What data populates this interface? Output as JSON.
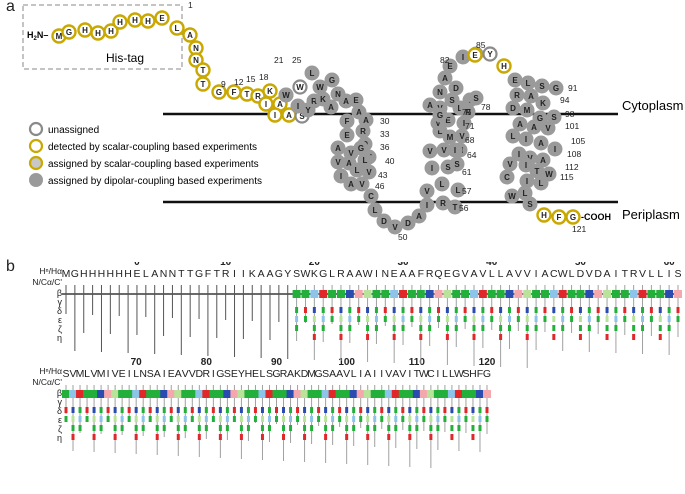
{
  "panel_a": {
    "label": "a",
    "n_terminus": "H2N-",
    "c_terminus": "-COOH",
    "his_tag_label": "His-tag",
    "regions": {
      "cytoplasm": "Cytoplasm",
      "periplasm": "Periplasm"
    },
    "colors": {
      "yellow": "#c9a800",
      "grey": "#9a9a9a",
      "light_grey": "#c8c8c8",
      "outline_grey": "#8a8a8a"
    },
    "legend": [
      {
        "label": "unassigned",
        "style": "open-grey"
      },
      {
        "label": "detected by scalar-coupling based experiments",
        "style": "open-yellow"
      },
      {
        "label": "assigned by scalar-coupling based experiments",
        "style": "filled-light-yellow"
      },
      {
        "label": "assigned by dipolar-coupling based experiments",
        "style": "filled-grey"
      }
    ],
    "residue_numbers": [
      "1",
      "9",
      "12",
      "15",
      "18",
      "21",
      "25",
      "30",
      "33",
      "36",
      "40",
      "43",
      "46",
      "50",
      "56",
      "57",
      "61",
      "64",
      "68",
      "71",
      "75",
      "78",
      "82",
      "85",
      "91",
      "94",
      "98",
      "101",
      "105",
      "108",
      "112",
      "115",
      "121"
    ],
    "his_tag_residues": [
      "M",
      "G",
      "H",
      "H",
      "H",
      "H",
      "H",
      "H",
      "E",
      "L"
    ],
    "n_term_residues": [
      "A",
      "N",
      "N",
      "T",
      "T",
      "G",
      "F",
      "T",
      "R",
      "K",
      "I",
      "A",
      "I",
      "A",
      "S"
    ],
    "tm1_residues": [
      "G",
      "W",
      "L",
      "W",
      "R",
      "I",
      "Y",
      "K",
      "A",
      "N",
      "G",
      "A",
      "E",
      "A",
      "F",
      "A",
      "R",
      "E",
      "Q",
      "G",
      "A",
      "V",
      "V",
      "L",
      "A",
      "V",
      "L",
      "V",
      "I",
      "A",
      "V",
      "C",
      "W"
    ],
    "loop_residues": [
      "L",
      "D",
      "V",
      "D",
      "A",
      "I"
    ],
    "tm2_residues": [
      "V",
      "R",
      "T",
      "L",
      "L",
      "I",
      "S",
      "S",
      "M",
      "V",
      "V",
      "L",
      "M",
      "V",
      "I",
      "E",
      "V",
      "L",
      "I",
      "S",
      "N",
      "A",
      "E",
      "I",
      "V",
      "A",
      "V",
      "D",
      "R",
      "I",
      "G",
      "S"
    ],
    "top_loop": [
      "E",
      "Y",
      "H"
    ],
    "tm3_residues": [
      "E",
      "L",
      "S",
      "G",
      "R",
      "A",
      "K",
      "D",
      "M",
      "G",
      "S",
      "A",
      "A",
      "V",
      "L",
      "I",
      "A",
      "I",
      "I",
      "V",
      "A",
      "V",
      "I",
      "T",
      "W",
      "C",
      "I",
      "L",
      "L",
      "W",
      "S"
    ],
    "c_term_residues": [
      "H",
      "F",
      "G"
    ]
  },
  "panel_b": {
    "label": "b",
    "row_labels": [
      "Hⁿ/Hα",
      "N/Cα/C'",
      "β",
      "γ",
      "δ",
      "ε",
      "ζ",
      "η"
    ],
    "row1": {
      "sequence": "MGHHHHHHELANNTTGFTRIIKAAGYSWKGLRAAWINEAAFRQEGVAVLLAVVIACWLDVDAITRVLLIS",
      "tick_numbers": [
        "0",
        "10",
        "20",
        "30",
        "40",
        "50",
        "60"
      ]
    },
    "row2": {
      "sequence": "SVMLVMIVEILNSAIEAVVDRIGSEYHELSGRAKDMGSAAVLIAIIVAVITWCILLWSHFG",
      "tick_numbers": [
        "70",
        "80",
        "90",
        "100",
        "110",
        "120"
      ]
    },
    "colors": {
      "green": "#22b03a",
      "light_green": "#b9e39a",
      "red": "#e0282a",
      "pink": "#f4a8ad",
      "light_blue": "#8cc4ea",
      "blue": "#2a4cb0",
      "black": "#111111",
      "grey": "#a0a0a0"
    }
  }
}
